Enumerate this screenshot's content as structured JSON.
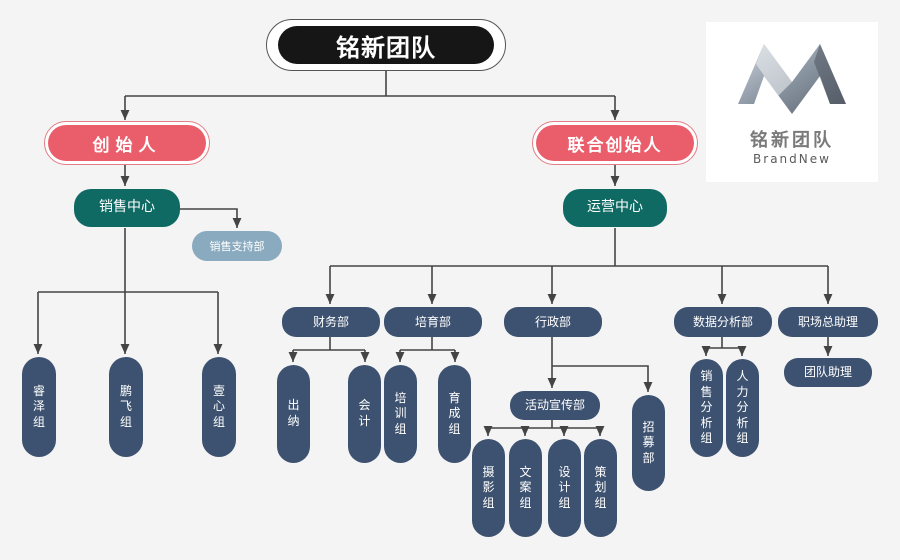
{
  "title": "铭新团队",
  "logo": {
    "name": "铭新团队",
    "sub": "BrandNew"
  },
  "founders": {
    "left": "创始人",
    "right": "联合创始人"
  },
  "centers": {
    "sales": "销售中心",
    "ops": "运营中心"
  },
  "sales": {
    "support": "销售支持部",
    "groups": [
      "睿泽组",
      "鹏飞组",
      "壹心组"
    ]
  },
  "ops": {
    "depts": [
      "财务部",
      "培育部",
      "行政部",
      "数据分析部",
      "职场总助理"
    ],
    "finance_subs": [
      "出纳",
      "会计"
    ],
    "training_subs": [
      "培训组",
      "育成组"
    ],
    "admin_sub": "活动宣传部",
    "admin_recruit": "招募部",
    "promo_groups": [
      "摄影组",
      "文案组",
      "设计组",
      "策划组"
    ],
    "data_subs": [
      "销售分析组",
      "人力分析组"
    ],
    "assistant_sub": "团队助理"
  }
}
